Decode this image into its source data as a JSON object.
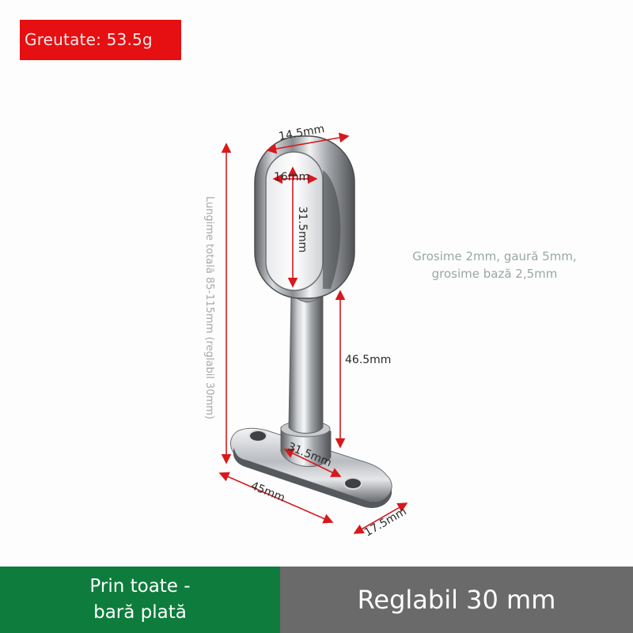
{
  "badge": {
    "text": "Greutate: 53.5g",
    "color": "#e60f12"
  },
  "dimensions": {
    "ring_width": "14.5mm",
    "ring_inner_width": "16mm",
    "ring_inner_height": "31.5mm",
    "stem_height": "46.5mm",
    "base_pitch": "31.5mm",
    "base_length": "45mm",
    "base_width": "17.5mm",
    "total_length": "Lungime totală 85-115mm (reglabil 30mm)"
  },
  "note": {
    "line1": "Grosime 2mm, gaură 5mm,",
    "line2": "grosime bază 2,5mm"
  },
  "footer": {
    "left_line1": "Prin toate -",
    "left_line2": "bară plată",
    "right": "Reglabil 30 mm",
    "left_color": "#0d7c3c",
    "right_color": "#6a6a6a"
  }
}
